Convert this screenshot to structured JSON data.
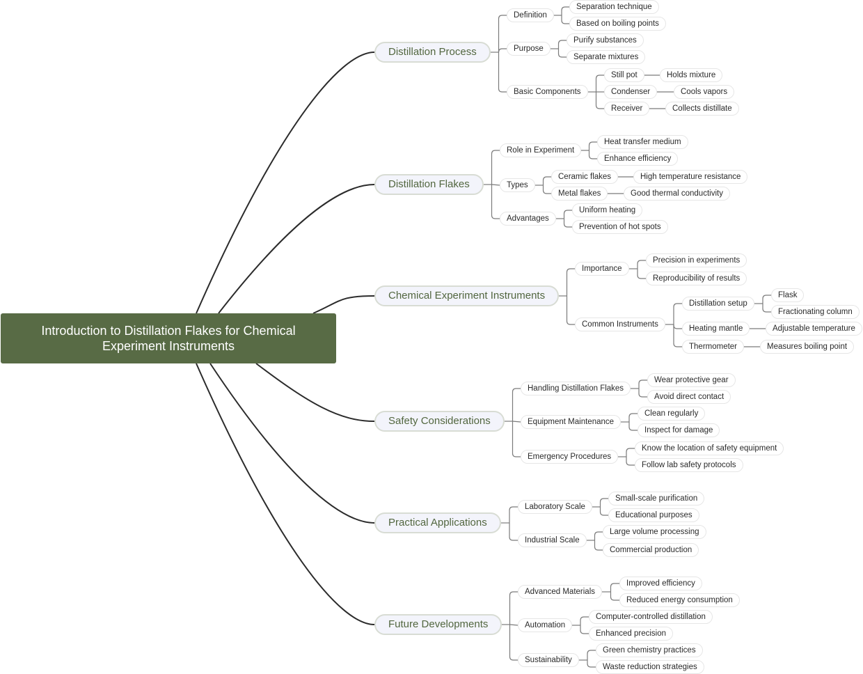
{
  "root": {
    "label": "Introduction to Distillation Flakes for Chemical Experiment Instruments"
  },
  "colors": {
    "root_bg": "#586b45",
    "main_text": "#52663f",
    "main_bg": "#f3f4fb",
    "line_main": "#2b2b2b",
    "line_sub": "#7a7a7a"
  },
  "branches": [
    {
      "label": "Distillation Process",
      "children": [
        {
          "label": "Definition",
          "children": [
            {
              "label": "Separation technique"
            },
            {
              "label": "Based on boiling points"
            }
          ]
        },
        {
          "label": "Purpose",
          "children": [
            {
              "label": "Purify substances"
            },
            {
              "label": "Separate mixtures"
            }
          ]
        },
        {
          "label": "Basic Components",
          "children": [
            {
              "label": "Still pot",
              "children": [
                {
                  "label": "Holds mixture"
                }
              ]
            },
            {
              "label": "Condenser",
              "children": [
                {
                  "label": "Cools vapors"
                }
              ]
            },
            {
              "label": "Receiver",
              "children": [
                {
                  "label": "Collects distillate"
                }
              ]
            }
          ]
        }
      ]
    },
    {
      "label": "Distillation Flakes",
      "children": [
        {
          "label": "Role in Experiment",
          "children": [
            {
              "label": "Heat transfer medium"
            },
            {
              "label": "Enhance efficiency"
            }
          ]
        },
        {
          "label": "Types",
          "children": [
            {
              "label": "Ceramic flakes",
              "children": [
                {
                  "label": "High temperature resistance"
                }
              ]
            },
            {
              "label": "Metal flakes",
              "children": [
                {
                  "label": "Good thermal conductivity"
                }
              ]
            }
          ]
        },
        {
          "label": "Advantages",
          "children": [
            {
              "label": "Uniform heating"
            },
            {
              "label": "Prevention of hot spots"
            }
          ]
        }
      ]
    },
    {
      "label": "Chemical Experiment Instruments",
      "children": [
        {
          "label": "Importance",
          "children": [
            {
              "label": "Precision in experiments"
            },
            {
              "label": "Reproducibility of results"
            }
          ]
        },
        {
          "label": "Common Instruments",
          "children": [
            {
              "label": "Distillation setup",
              "children": [
                {
                  "label": "Flask"
                },
                {
                  "label": "Fractionating column"
                }
              ]
            },
            {
              "label": "Heating mantle",
              "children": [
                {
                  "label": "Adjustable temperature"
                }
              ]
            },
            {
              "label": "Thermometer",
              "children": [
                {
                  "label": "Measures boiling point"
                }
              ]
            }
          ]
        }
      ]
    },
    {
      "label": "Safety Considerations",
      "children": [
        {
          "label": "Handling Distillation Flakes",
          "children": [
            {
              "label": "Wear protective gear"
            },
            {
              "label": "Avoid direct contact"
            }
          ]
        },
        {
          "label": "Equipment Maintenance",
          "children": [
            {
              "label": "Clean regularly"
            },
            {
              "label": "Inspect for damage"
            }
          ]
        },
        {
          "label": "Emergency Procedures",
          "children": [
            {
              "label": "Know the location of safety equipment"
            },
            {
              "label": "Follow lab safety protocols"
            }
          ]
        }
      ]
    },
    {
      "label": "Practical Applications",
      "children": [
        {
          "label": "Laboratory Scale",
          "children": [
            {
              "label": "Small-scale purification"
            },
            {
              "label": "Educational purposes"
            }
          ]
        },
        {
          "label": "Industrial Scale",
          "children": [
            {
              "label": "Large volume processing"
            },
            {
              "label": "Commercial production"
            }
          ]
        }
      ]
    },
    {
      "label": "Future Developments",
      "children": [
        {
          "label": "Advanced Materials",
          "children": [
            {
              "label": "Improved efficiency"
            },
            {
              "label": "Reduced energy consumption"
            }
          ]
        },
        {
          "label": "Automation",
          "children": [
            {
              "label": "Computer-controlled distillation"
            },
            {
              "label": "Enhanced precision"
            }
          ]
        },
        {
          "label": "Sustainability",
          "children": [
            {
              "label": "Green chemistry practices"
            },
            {
              "label": "Waste reduction strategies"
            }
          ]
        }
      ]
    }
  ]
}
